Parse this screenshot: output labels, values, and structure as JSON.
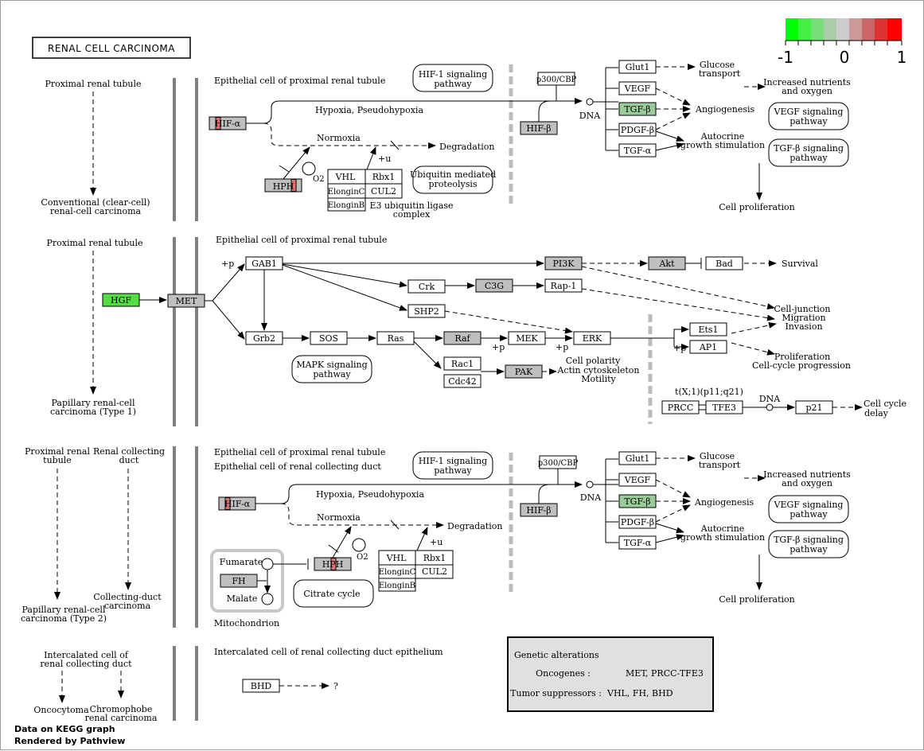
{
  "title": "RENAL CELL CARCINOMA",
  "legend": {
    "min": "-1",
    "mid": "0",
    "max": "1",
    "colors": [
      "#00ff00",
      "#44ee44",
      "#77dd77",
      "#aaccaa",
      "#cccccc",
      "#cc9999",
      "#cc6666",
      "#dd3333",
      "#ff0000"
    ]
  },
  "footer": {
    "line1": "Data on KEGG graph",
    "line2": "Rendered by Pathview"
  },
  "left": {
    "r1_top": "Proximal renal tubule",
    "r1_bot1": "Conventional (clear-cell)",
    "r1_bot2": "renal-cell carcinoma",
    "r2_top": "Proximal renal tubule",
    "r2_bot1": "Papillary renal-cell",
    "r2_bot2": "carcinoma (Type 1)",
    "r3_a1": "Proximal renal",
    "r3_a2": "tubule",
    "r3_b1": "Renal collecting",
    "r3_b2": "duct",
    "r3_c1": "Papillary renal-cell",
    "r3_c2": "carcinoma (Type 2)",
    "r3_d1": "Collecting-duct",
    "r3_d2": "carcinoma",
    "r4_a1": "Intercalated cell of",
    "r4_a2": "renal collecting duct",
    "r4_b": "Oncocytoma",
    "r4_c1": "Chromophobe",
    "r4_c2": "renal carcinoma"
  },
  "row1": {
    "header": "Epithelial cell of proximal renal tubule",
    "hif_alpha": "HIF-α",
    "hph": "HPH",
    "o2": "O2",
    "hypoxia": "Hypoxia, Pseudohypoxia",
    "normoxia": "Normoxia",
    "degradation": "Degradation",
    "plus_u": "+u",
    "vhl": "VHL",
    "rbx1": "Rbx1",
    "elonginc": "ElonginC",
    "cul2": "CUL2",
    "elonginb": "ElonginB",
    "e3_1": "E3 ubiquitin ligase",
    "e3_2": "complex",
    "ubiq1": "Ubiquitin mediated",
    "ubiq2": "proteolysis",
    "hif1_1": "HIF-1 signaling",
    "hif1_2": "pathway",
    "p300": "p300/CBP",
    "hif_beta": "HIF-β",
    "dna": "DNA",
    "glut1": "Glut1",
    "vegf": "VEGF",
    "tgfb": "TGF-β",
    "pdgfb": "PDGF-β",
    "tgfa": "TGF-α",
    "glucose1": "Glucose",
    "glucose2": "transport",
    "angio": "Angiogenesis",
    "autocrine1": "Autocrine",
    "autocrine2": "growth stimulation",
    "incr1": "Increased nutrients",
    "incr2": "and oxygen",
    "vegfsig1": "VEGF signaling",
    "vegfsig2": "pathway",
    "tgfbsig1": "TGF-β signaling",
    "tgfbsig2": "pathway",
    "prolif": "Cell proliferation"
  },
  "row2": {
    "header": "Epithelial cell of proximal renal tubule",
    "hgf": "HGF",
    "met": "MET",
    "plus_p": "+p",
    "gab1": "GAB1",
    "grb2": "Grb2",
    "sos": "SOS",
    "ras": "Ras",
    "raf": "Raf",
    "mek": "MEK",
    "erk": "ERK",
    "pi3k": "PI3K",
    "akt": "Akt",
    "bad": "Bad",
    "survival": "Survival",
    "crk": "Crk",
    "c3g": "C3G",
    "rap1": "Rap-1",
    "shp2": "SHP2",
    "rac1": "Rac1",
    "cdc42": "Cdc42",
    "pak": "PAK",
    "cellpol1": "Cell polarity",
    "cellpol2": "Actin cytoskeleton",
    "cellpol3": "Motility",
    "mapk1": "MAPK signaling",
    "mapk2": "pathway",
    "ets1": "Ets1",
    "ap1": "AP1",
    "cj1": "Cell-junction",
    "cj2": "Migration",
    "cj3": "Invasion",
    "pr1": "Proliferation",
    "pr2": "Cell-cycle progression",
    "transloc": "t(X;1)(p11;q21)",
    "prcc": "PRCC",
    "tfe3": "TFE3",
    "dna": "DNA",
    "p21": "p21",
    "ccd1": "Cell cycle",
    "ccd2": "delay"
  },
  "row3": {
    "header1": "Epithelial cell of proximal renal tubule",
    "header2": "Epithelial cell of renal collecting duct",
    "fumarate": "Fumarate",
    "fh": "FH",
    "malate": "Malate",
    "mito": "Mitochondrion",
    "citrate": "Citrate cycle"
  },
  "row4": {
    "header": "Intercalated cell of renal collecting duct epithelium",
    "bhd": "BHD",
    "q": "?"
  },
  "genetic": {
    "title": "Genetic alterations",
    "onc_label": "Oncogenes :",
    "onc_value": "MET, PRCC-TFE3",
    "ts_label": "Tumor suppressors :",
    "ts_value": "VHL, FH, BHD"
  }
}
